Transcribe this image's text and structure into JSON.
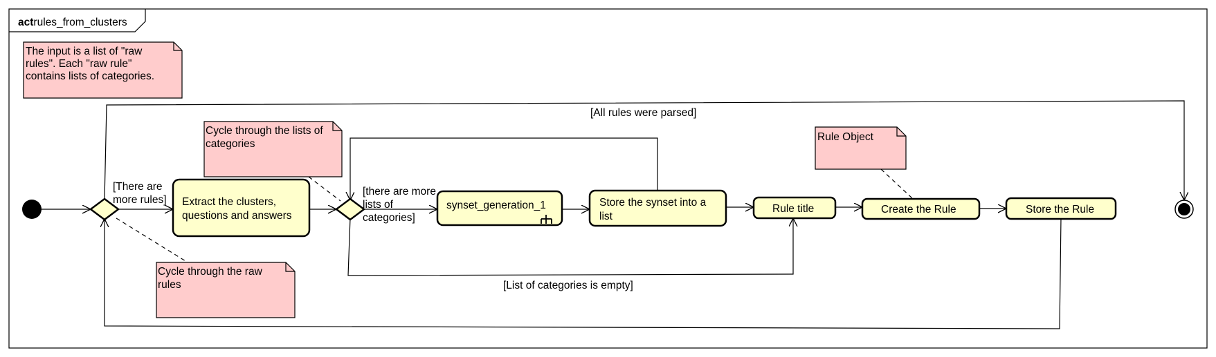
{
  "frame": {
    "keyword": "act",
    "name": "rules_from_clusters"
  },
  "notes": {
    "input": [
      "The input is a list of \"raw",
      "rules\". Each \"raw rule\"",
      "contains lists of categories."
    ],
    "cycle_categories": [
      "Cycle through the lists of",
      "categories"
    ],
    "cycle_raw": [
      "Cycle through the raw",
      "rules"
    ],
    "rule_object": [
      "Rule Object"
    ]
  },
  "actions": {
    "extract": [
      "Extract the clusters,",
      "questions and answers"
    ],
    "synset": [
      "synset_generation_1"
    ],
    "store_synset": [
      "Store the synset into a",
      "list"
    ],
    "rule_title": [
      "Rule title"
    ],
    "create_rule": [
      "Create the Rule"
    ],
    "store_rule": [
      "Store the Rule"
    ]
  },
  "guards": {
    "more_rules": [
      "[There are",
      "more rules]"
    ],
    "more_lists": [
      "[there are more",
      "lists of",
      "categories]"
    ],
    "all_parsed": [
      "[All rules were parsed]"
    ],
    "list_empty": [
      "[List of categories is empty]"
    ]
  }
}
